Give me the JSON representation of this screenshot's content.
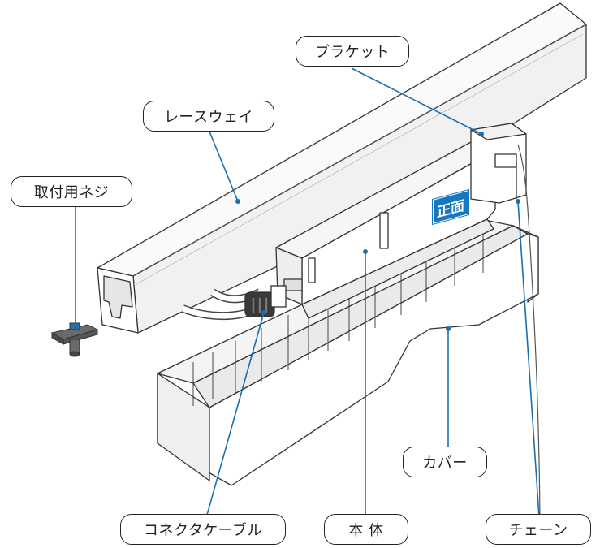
{
  "labels": {
    "bracket": "ブラケット",
    "raceway": "レースウェイ",
    "screw": "取付用ネジ",
    "cover": "カバー",
    "connector_cable": "コネクタケーブル",
    "main_body": "本 体",
    "chain": "チェーン"
  },
  "badge": "正面",
  "colors": {
    "leader": "#1a6fb0",
    "outline": "#222222",
    "badge_bg": "#1677c2"
  }
}
